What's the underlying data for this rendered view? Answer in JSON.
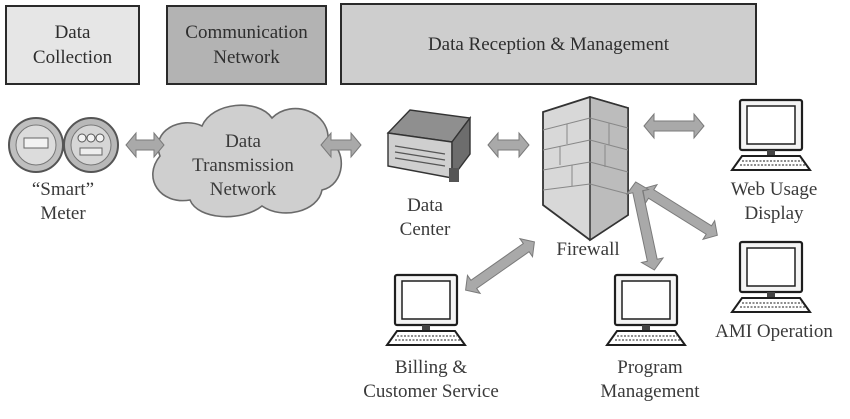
{
  "header": {
    "data_collection": "Data\nCollection",
    "communication_network": "Communication\nNetwork",
    "data_reception": "Data Reception & Management"
  },
  "nodes": {
    "smart_meter": "“Smart”\nMeter",
    "transmission_network": "Data\nTransmission\nNetwork",
    "data_center": "Data\nCenter",
    "firewall": "Firewall",
    "web_usage": "Web Usage\nDisplay",
    "ami_operation": "AMI Operation",
    "billing": "Billing &\nCustomer Service",
    "program_management": "Program\nManagement"
  },
  "colors": {
    "box_light": "#e6e6e6",
    "box_mid": "#b3b3b3",
    "box_dark": "#cecece",
    "arrow": "#a9a9a9",
    "cloud": "#cfcfcf"
  }
}
